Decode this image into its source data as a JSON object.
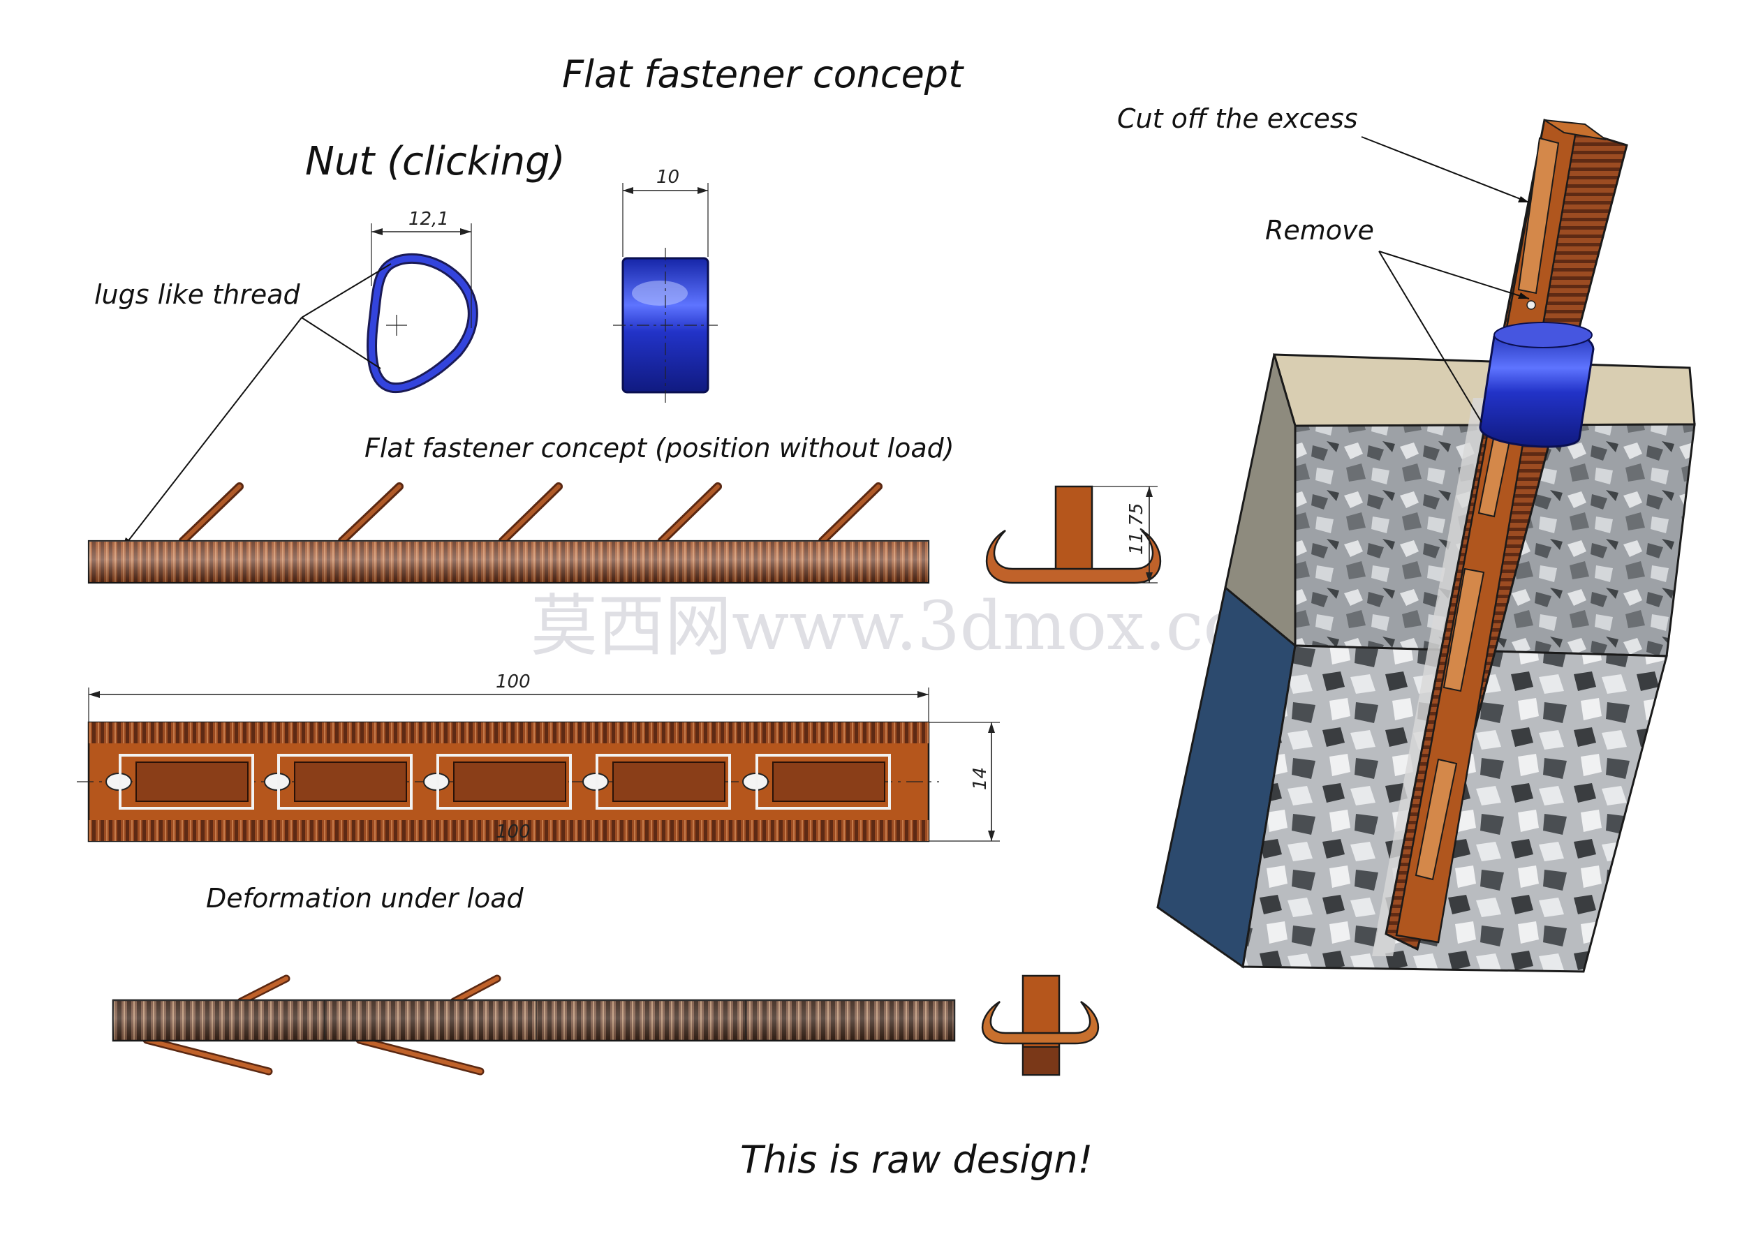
{
  "title": "Flat fastener concept",
  "labels": {
    "nut": "Nut (clicking)",
    "lugs": "lugs like thread",
    "no_load": "Flat fastener concept (position without load)",
    "deformation": "Deformation under load",
    "cut": "Cut off the excess",
    "remove": "Remove",
    "raw": "This is  raw design!"
  },
  "dims": {
    "nut_width": "12,1",
    "nut_side": "10",
    "height": "11,75",
    "length": "100",
    "length_inner": "100",
    "width": "14"
  },
  "watermark": "莫西网www.3dmox.com",
  "colors": {
    "copper": "#b85a1e",
    "copper_dark": "#6e3216",
    "blue": "#2233c8",
    "block_blue": "#2c4a6e",
    "block_top": "#d9ceb2",
    "gravel": "#8a8d92"
  }
}
